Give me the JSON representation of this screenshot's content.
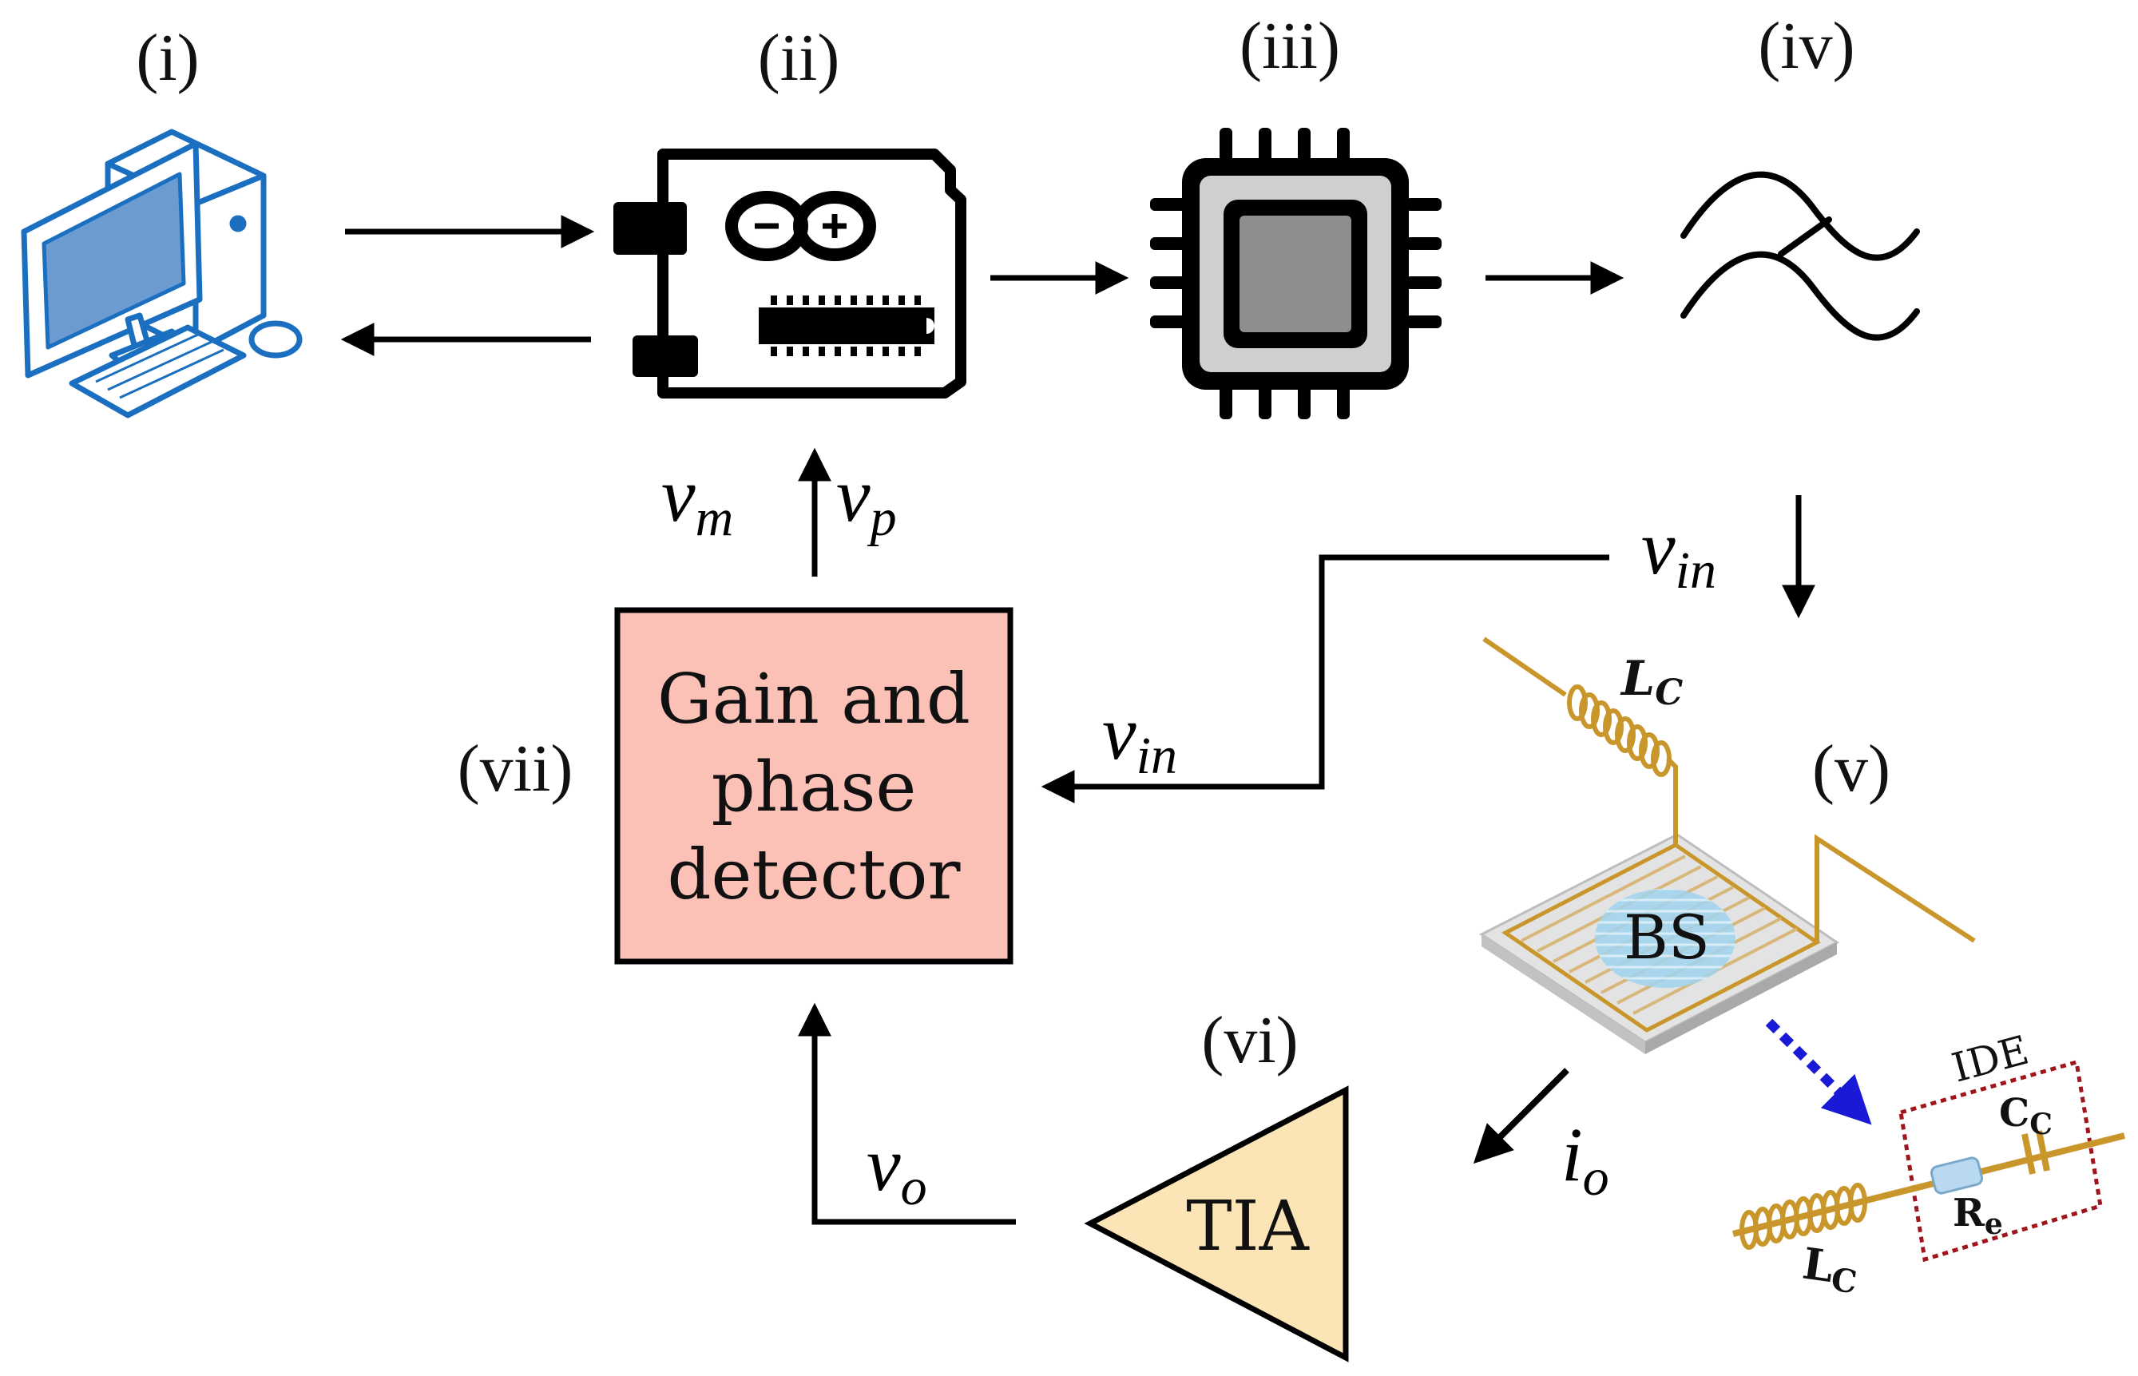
{
  "stage_labels": {
    "i": "(i)",
    "ii": "(ii)",
    "iii": "(iii)",
    "iv": "(iv)",
    "v": "(v)",
    "vi": "(vi)",
    "vii": "(vii)"
  },
  "detector": {
    "line1": "Gain and",
    "line2": "phase",
    "line3": "detector",
    "fill_color": "#fbc0b6"
  },
  "amplifier": {
    "label": "TIA",
    "fill_color": "#fbe5b6"
  },
  "signals": {
    "vm": {
      "base": "v",
      "sub": "m"
    },
    "vp": {
      "base": "v",
      "sub": "p"
    },
    "vin_top": {
      "base": "v",
      "sub": "in"
    },
    "vin_mid": {
      "base": "v",
      "sub": "in"
    },
    "vo": {
      "base": "v",
      "sub": "o"
    },
    "io": {
      "base": "i",
      "sub": "o"
    }
  },
  "sensor": {
    "region_label": "BS",
    "coil_label": {
      "base": "L",
      "sub": "C"
    },
    "wire_color": "#c9962b",
    "region_color": "#9fd4ee"
  },
  "equivalent_circuit": {
    "title": "IDE",
    "coil": {
      "base": "L",
      "sub": "C"
    },
    "resistor": {
      "base": "R",
      "sub": "e"
    },
    "capacitor": {
      "base": "C",
      "sub": "C"
    },
    "box_color": "#a0151b",
    "arrow_color": "#1a1ad6"
  },
  "icons": {
    "computer": "desktop-computer-icon",
    "board": "microcontroller-board-icon",
    "chip": "chip-icon",
    "filter": "low-pass-filter-icon"
  }
}
